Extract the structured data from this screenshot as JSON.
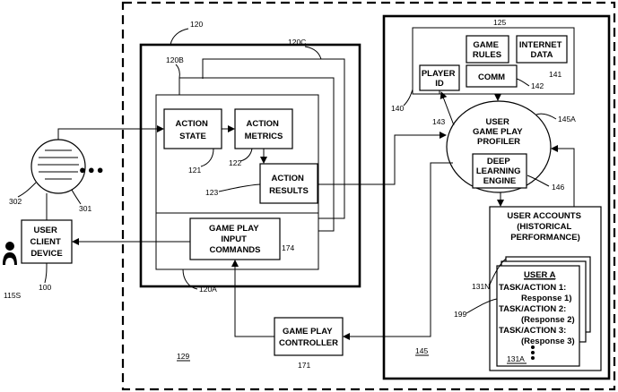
{
  "labels": {
    "action_state": [
      "ACTION",
      "STATE"
    ],
    "action_metrics": [
      "ACTION",
      "METRICS"
    ],
    "action_results": [
      "ACTION",
      "RESULTS"
    ],
    "game_play_input_commands": [
      "GAME PLAY",
      "INPUT",
      "COMMANDS"
    ],
    "game_rules": [
      "GAME",
      "RULES"
    ],
    "internet_data": [
      "INTERNET",
      "DATA"
    ],
    "comm": "COMM",
    "player_id": [
      "PLAYER",
      "ID"
    ],
    "user_game_play_profiler": [
      "USER",
      "GAME PLAY",
      "PROFILER"
    ],
    "deep_learning_engine": [
      "DEEP",
      "LEARNING",
      "ENGINE"
    ],
    "user_accounts": [
      "USER ACCOUNTS",
      "(HISTORICAL",
      "PERFORMANCE)"
    ],
    "user_a": "USER A",
    "task_lines": [
      "TASK/ACTION 1:",
      "Response 1)",
      "TASK/ACTION 2:",
      "(Response 2)",
      "TASK/ACTION 3:",
      "(Response 3)"
    ],
    "game_play_controller": [
      "GAME PLAY",
      "CONTROLLER"
    ],
    "user_client_device": [
      "USER",
      "CLIENT",
      "DEVICE"
    ],
    "ellipsis": "●●●"
  },
  "refs": {
    "r120": "120",
    "r120C": "120C",
    "r120B": "120B",
    "r120A": "120A",
    "r121": "121",
    "r122": "122",
    "r123": "123",
    "r174": "174",
    "r125": "125",
    "r141": "141",
    "r142": "142",
    "r140": "140",
    "r143": "143",
    "r145A": "145A",
    "r146": "146",
    "r131N": "131N",
    "r199": "199",
    "r131A": "131A",
    "r145": "145",
    "r171": "171",
    "r129": "129",
    "r302": "302",
    "r301": "301",
    "r100": "100",
    "r115S": "115S"
  }
}
